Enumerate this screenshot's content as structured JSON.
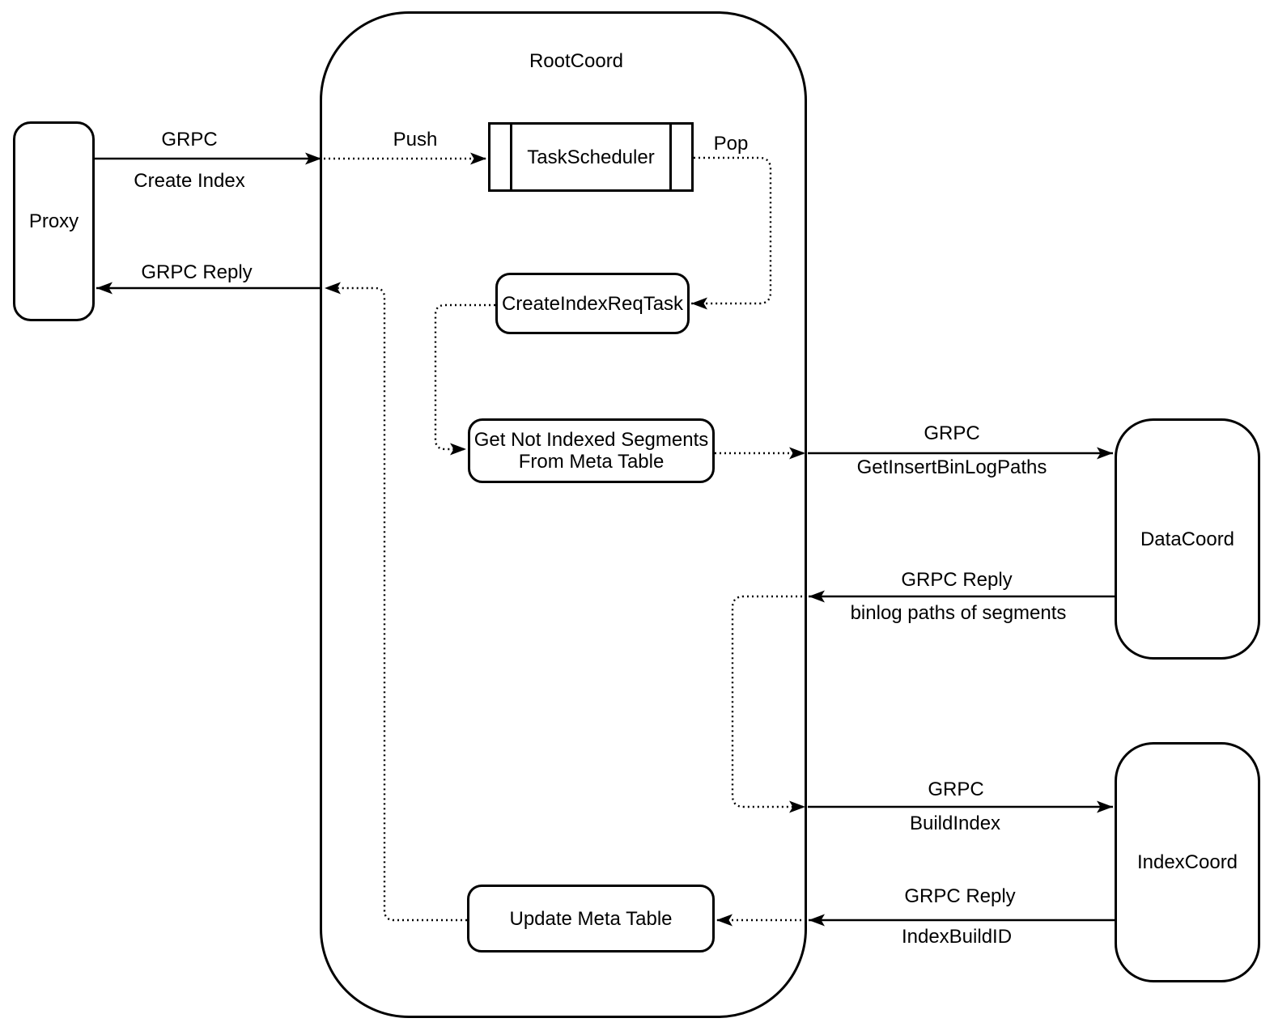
{
  "diagram": {
    "background": "#ffffff",
    "stroke_color": "#000000",
    "container": {
      "label": "RootCoord"
    },
    "nodes": {
      "proxy": {
        "label": "Proxy"
      },
      "task_scheduler": {
        "label": "TaskScheduler"
      },
      "create_index_req_task": {
        "label": "CreateIndexReqTask"
      },
      "get_not_indexed_segments": {
        "line1": "Get Not Indexed Segments",
        "line2": "From Meta Table"
      },
      "update_meta_table": {
        "label": "Update Meta Table"
      },
      "data_coord": {
        "label": "DataCoord"
      },
      "index_coord": {
        "label": "IndexCoord"
      }
    },
    "edges": {
      "create_index": {
        "protocol": "GRPC",
        "action": "Create Index"
      },
      "push": {
        "label": "Push"
      },
      "pop": {
        "label": "Pop"
      },
      "grpc_reply_to_proxy": {
        "label": "GRPC Reply"
      },
      "get_insert_bin_log_paths": {
        "protocol": "GRPC",
        "action": "GetInsertBinLogPaths"
      },
      "binlog_paths_reply": {
        "protocol": "GRPC Reply",
        "action": "binlog paths of segments"
      },
      "build_index": {
        "protocol": "GRPC",
        "action": "BuildIndex"
      },
      "index_build_id_reply": {
        "protocol": "GRPC Reply",
        "action": "IndexBuildID"
      }
    }
  }
}
